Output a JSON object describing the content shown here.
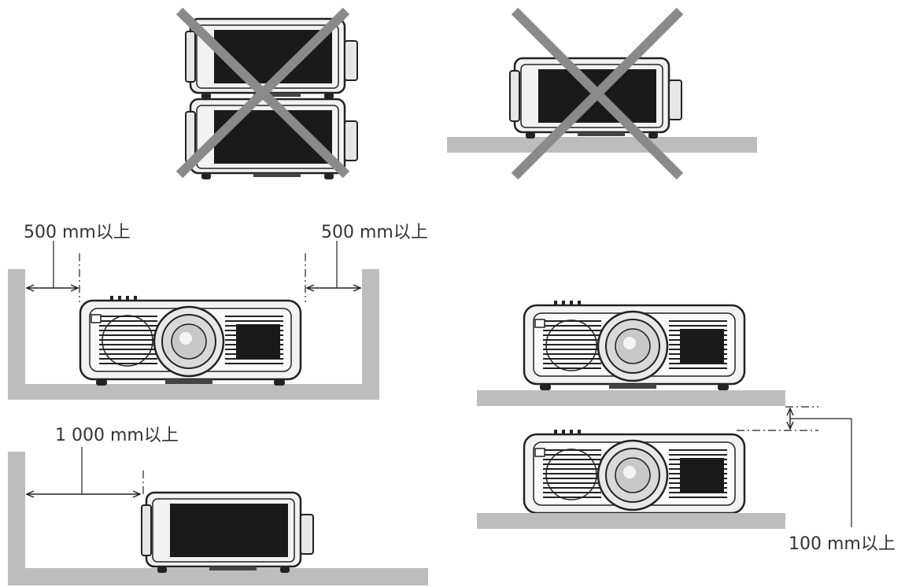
{
  "labels": {
    "side_clearance_left": "500 mm以上",
    "side_clearance_right": "500 mm以上",
    "rear_clearance": "1 000 mm以上",
    "vertical_clearance": "100 mm以上"
  },
  "colors": {
    "cross": "#8a8a8a",
    "floor": "#bdbdbd",
    "projector_body": "#f2f2f2",
    "projector_outline": "#222222",
    "vent": "#1a1a1a",
    "dimension_line": "#222222"
  },
  "icons": {
    "prohibited": "cross-mark-icon"
  }
}
